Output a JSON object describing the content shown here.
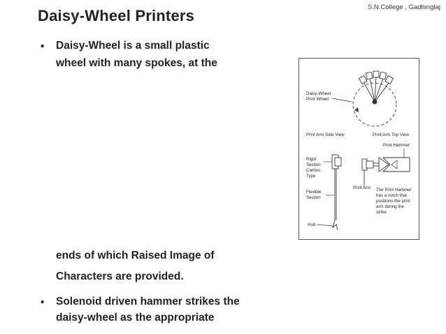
{
  "header": {
    "credit": "S.N.College , Gadhinglaj"
  },
  "slide": {
    "title": "Daisy-Wheel Printers",
    "bullet_symbol": "•",
    "bullets": [
      {
        "lines": [
          "Daisy-Wheel is a small plastic",
          "wheel with many spokes, at the",
          "ends of which Raised Image of",
          "Characters are provided."
        ]
      },
      {
        "lines": [
          "Solenoid driven hammer strikes the",
          "daisy-wheel as the appropriate"
        ]
      }
    ]
  },
  "figure": {
    "labels": {
      "daisy_wheel_1": "Daisy-Wheel",
      "daisy_wheel_2": "Print Wheel",
      "side_view": "Print Arm Side View",
      "top_view": "Print Arm Top View",
      "print_hammer": "Print Hammer",
      "rigid_1": "Rigid",
      "rigid_2": "Section",
      "rigid_3": "Carries",
      "rigid_4": "Type",
      "print_arm": "Print Arm",
      "hammer_note_1": "The Print Hammer",
      "hammer_note_2": "has a notch that",
      "hammer_note_3": "positions the print",
      "hammer_note_4": "arm during the",
      "hammer_note_5": "strike",
      "flexible_1": "Flexible",
      "flexible_2": "Section",
      "hub": "Hub"
    }
  }
}
